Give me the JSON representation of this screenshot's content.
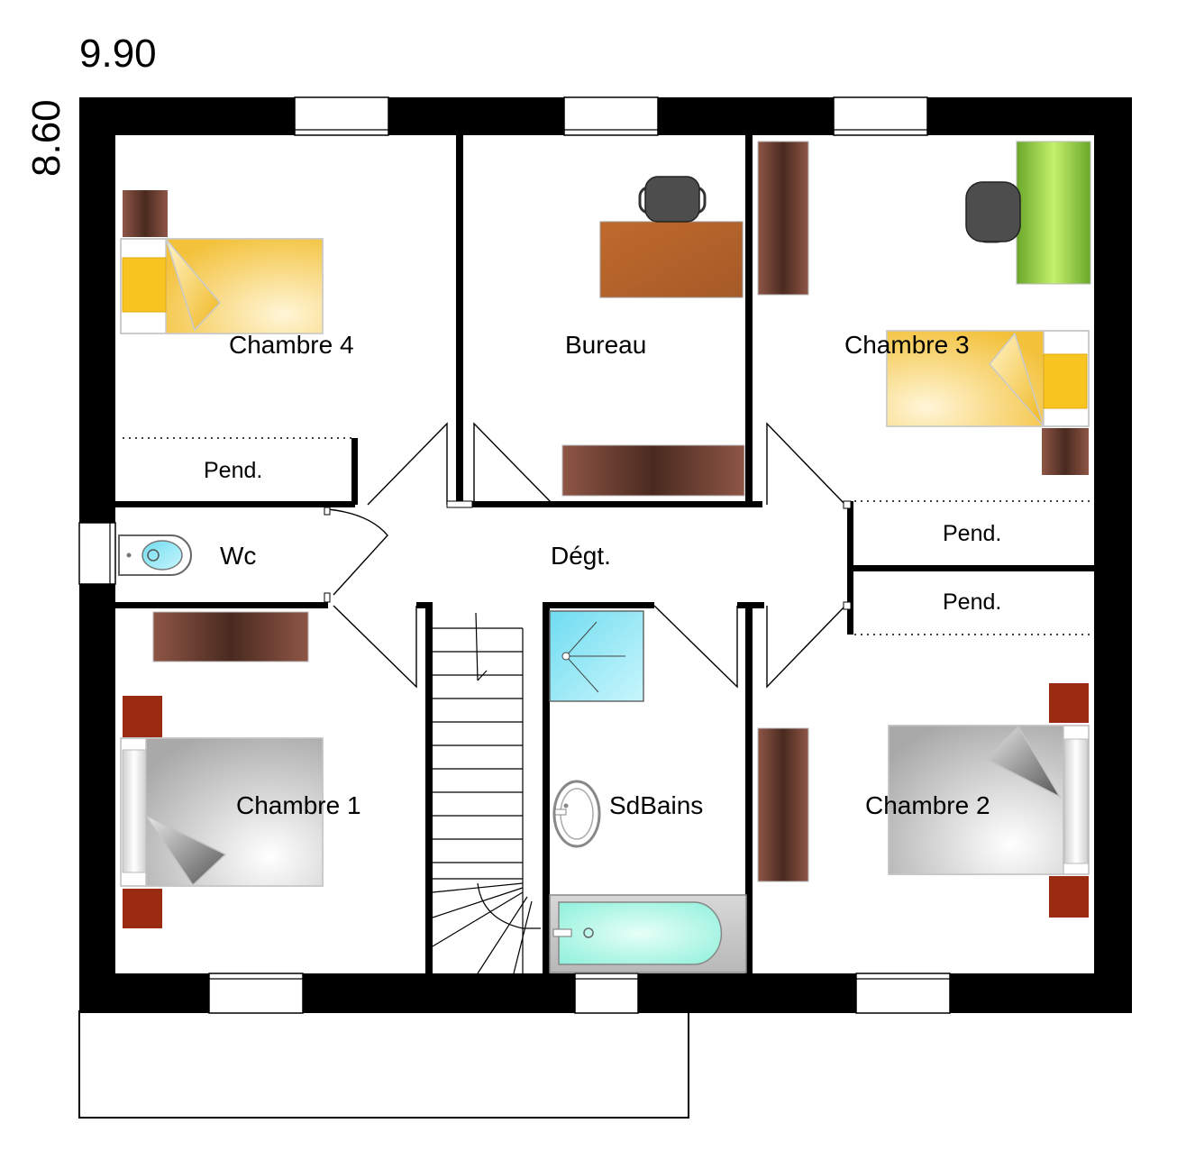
{
  "dimensions": {
    "width": "9.90",
    "height": "8.60"
  },
  "rooms": {
    "chambre4": "Chambre 4",
    "bureau": "Bureau",
    "chambre3": "Chambre 3",
    "wc": "Wc",
    "degagement": "Dégt.",
    "chambre1": "Chambre 1",
    "sdbains": "SdBains",
    "chambre2": "Chambre 2"
  },
  "closets": {
    "pend_chambre4": "Pend.",
    "pend_chambre3": "Pend.",
    "pend_chambre2": "Pend."
  },
  "colors": {
    "wall": "#000000",
    "bed_yellow": "#f5c43a",
    "bed_grey": "#b8b8b8",
    "wood_dark": "#5a3024",
    "desk_orange": "#c06a2c",
    "accent_green": "#8ccc3c",
    "nightstand_red": "#9a2a10",
    "water_blue": "#8fe9f5"
  }
}
